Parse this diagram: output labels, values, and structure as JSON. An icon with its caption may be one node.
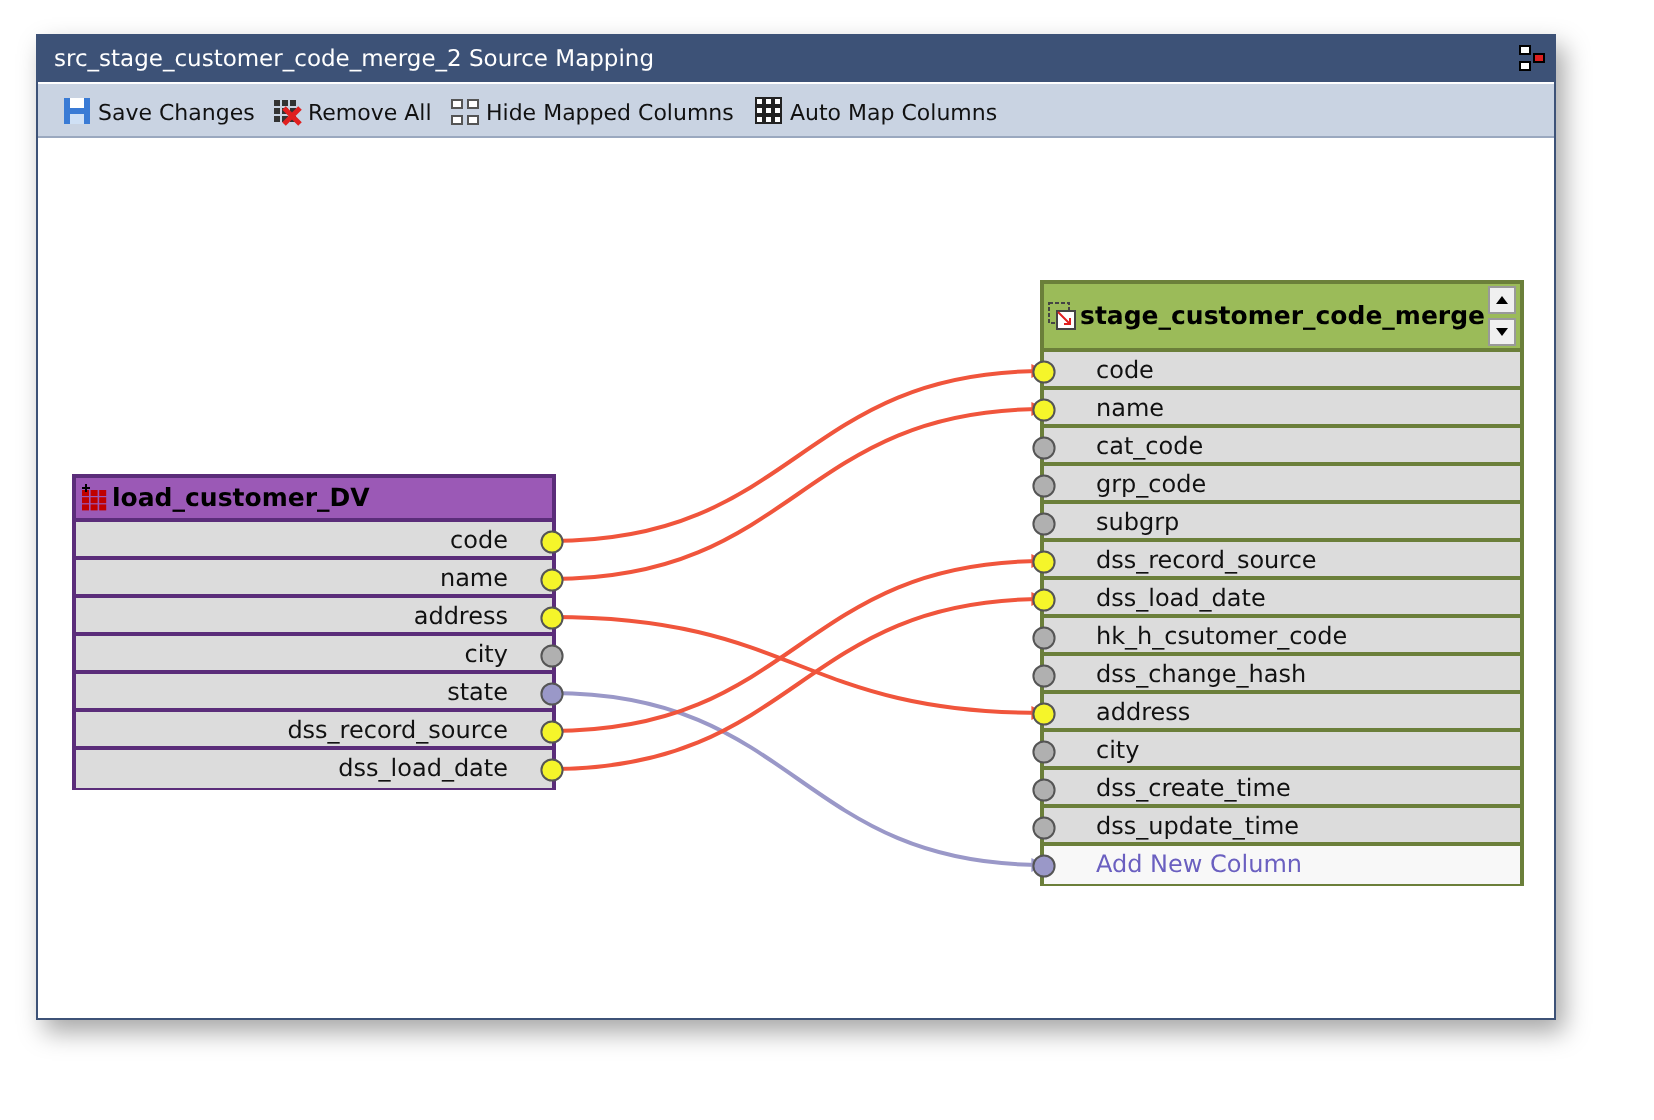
{
  "diagram": {
    "title": "src_stage_customer_code_merge_2 Source Mapping",
    "nodes": [
      {
        "text": [
          "load_customer_DV"
        ]
      },
      {
        "text": [
          "code"
        ],
        "in": 0
      },
      {
        "text": [
          "name"
        ],
        "in": 0
      },
      {
        "text": [
          "address"
        ],
        "in": 0
      },
      {
        "text": [
          "city"
        ],
        "in": 0
      },
      {
        "text": [
          "state"
        ],
        "in": 0
      },
      {
        "text": [
          "dss_record_source"
        ],
        "in": 0
      },
      {
        "text": [
          "dss_load_date"
        ],
        "in": 0
      },
      {
        "text": [
          "stage_customer_code_merge"
        ]
      },
      {
        "text": [
          "code"
        ],
        "in": 8
      },
      {
        "text": [
          "name"
        ],
        "in": 8
      },
      {
        "text": [
          "cat_code"
        ],
        "in": 8
      },
      {
        "text": [
          "grp_code"
        ],
        "in": 8
      },
      {
        "text": [
          "subgrp"
        ],
        "in": 8
      },
      {
        "text": [
          "dss_record_source"
        ],
        "in": 8
      },
      {
        "text": [
          "dss_load_date"
        ],
        "in": 8
      },
      {
        "text": [
          "hk_h_csutomer_code"
        ],
        "in": 8
      },
      {
        "text": [
          "dss_change_hash"
        ],
        "in": 8
      },
      {
        "text": [
          "address"
        ],
        "in": 8
      },
      {
        "text": [
          "city"
        ],
        "in": 8
      },
      {
        "text": [
          "dss_create_time"
        ],
        "in": 8
      },
      {
        "text": [
          "dss_update_time"
        ],
        "in": 8
      },
      {
        "text": [
          "Add New Column"
        ],
        "in": 8
      }
    ],
    "edges": [
      {
        "from": 1,
        "to": 9,
        "arrow": "to"
      },
      {
        "from": 2,
        "to": 10,
        "arrow": "to"
      },
      {
        "from": 3,
        "to": 18,
        "arrow": "to"
      },
      {
        "from": 5,
        "to": 22,
        "arrow": "to",
        "color": "#9a98c8"
      },
      {
        "from": 6,
        "to": 14,
        "arrow": "to"
      },
      {
        "from": 7,
        "to": 15,
        "arrow": "to"
      }
    ],
    "labels": [
      "Save Changes",
      "Remove All",
      "Hide Mapped Columns",
      "Auto Map Columns"
    ]
  }
}
